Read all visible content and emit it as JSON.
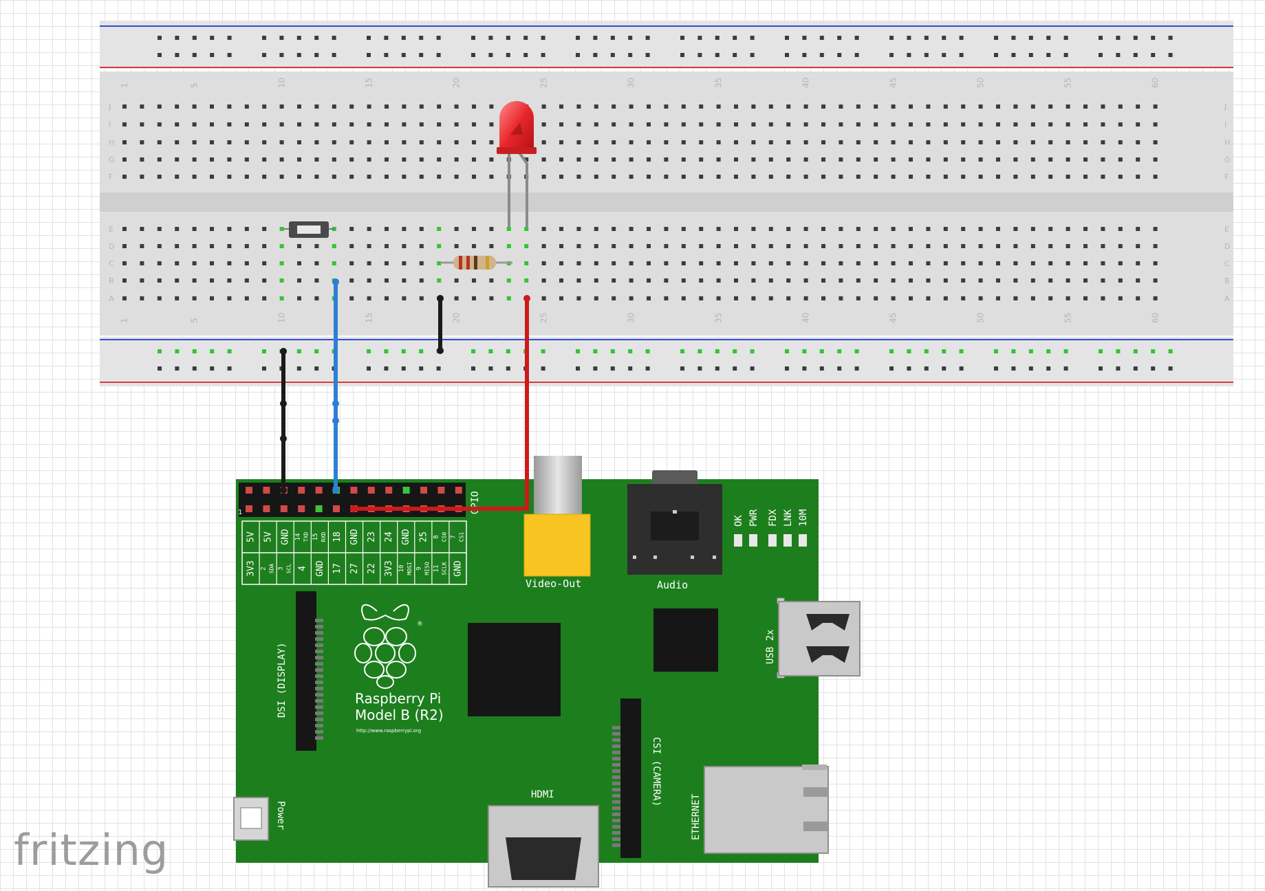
{
  "brand": "fritzing",
  "breadboard": {
    "row_letters_top": [
      "J",
      "I",
      "H",
      "G",
      "F"
    ],
    "row_letters_bottom": [
      "E",
      "D",
      "C",
      "B",
      "A"
    ],
    "column_numbers": [
      "1",
      "5",
      "10",
      "15",
      "20",
      "25",
      "30",
      "35",
      "40",
      "45",
      "50",
      "55",
      "60"
    ]
  },
  "pi": {
    "title": "Raspberry Pi",
    "model": "Model B (R2)",
    "url": "http://www.raspberrypi.org",
    "gpio_label": "GPIO",
    "pin1_label": "1",
    "pins_top": [
      "5V",
      "5V",
      "GND",
      "14 TXD",
      "15 RXD",
      "18",
      "GND",
      "23",
      "24",
      "GND",
      "25",
      "8 CS0",
      "7 CS1"
    ],
    "pins_bottom": [
      "3V3",
      "2 SDA",
      "3 SCL",
      "4",
      "GND",
      "17",
      "27",
      "22",
      "3V3",
      "10 MOSI",
      "9 MISO",
      "11 SCLK",
      "GND"
    ],
    "video_out": "Video-Out",
    "audio": "Audio",
    "leds": [
      "OK",
      "PWR",
      "FDX",
      "LNK",
      "10M"
    ],
    "usb": "USB 2x",
    "dsi": "DSI (DISPLAY)",
    "csi": "CSI (CAMERA)",
    "hdmi": "HDMI",
    "ethernet": "ETHERNET",
    "power": "Power"
  },
  "colors": {
    "board_green": "#1d7e1d",
    "wire_black": "#1a1a1a",
    "wire_blue": "#2c7fd2",
    "wire_red": "#cc1a1a",
    "led_red": "#e8262b",
    "video_yellow": "#f7c421"
  }
}
